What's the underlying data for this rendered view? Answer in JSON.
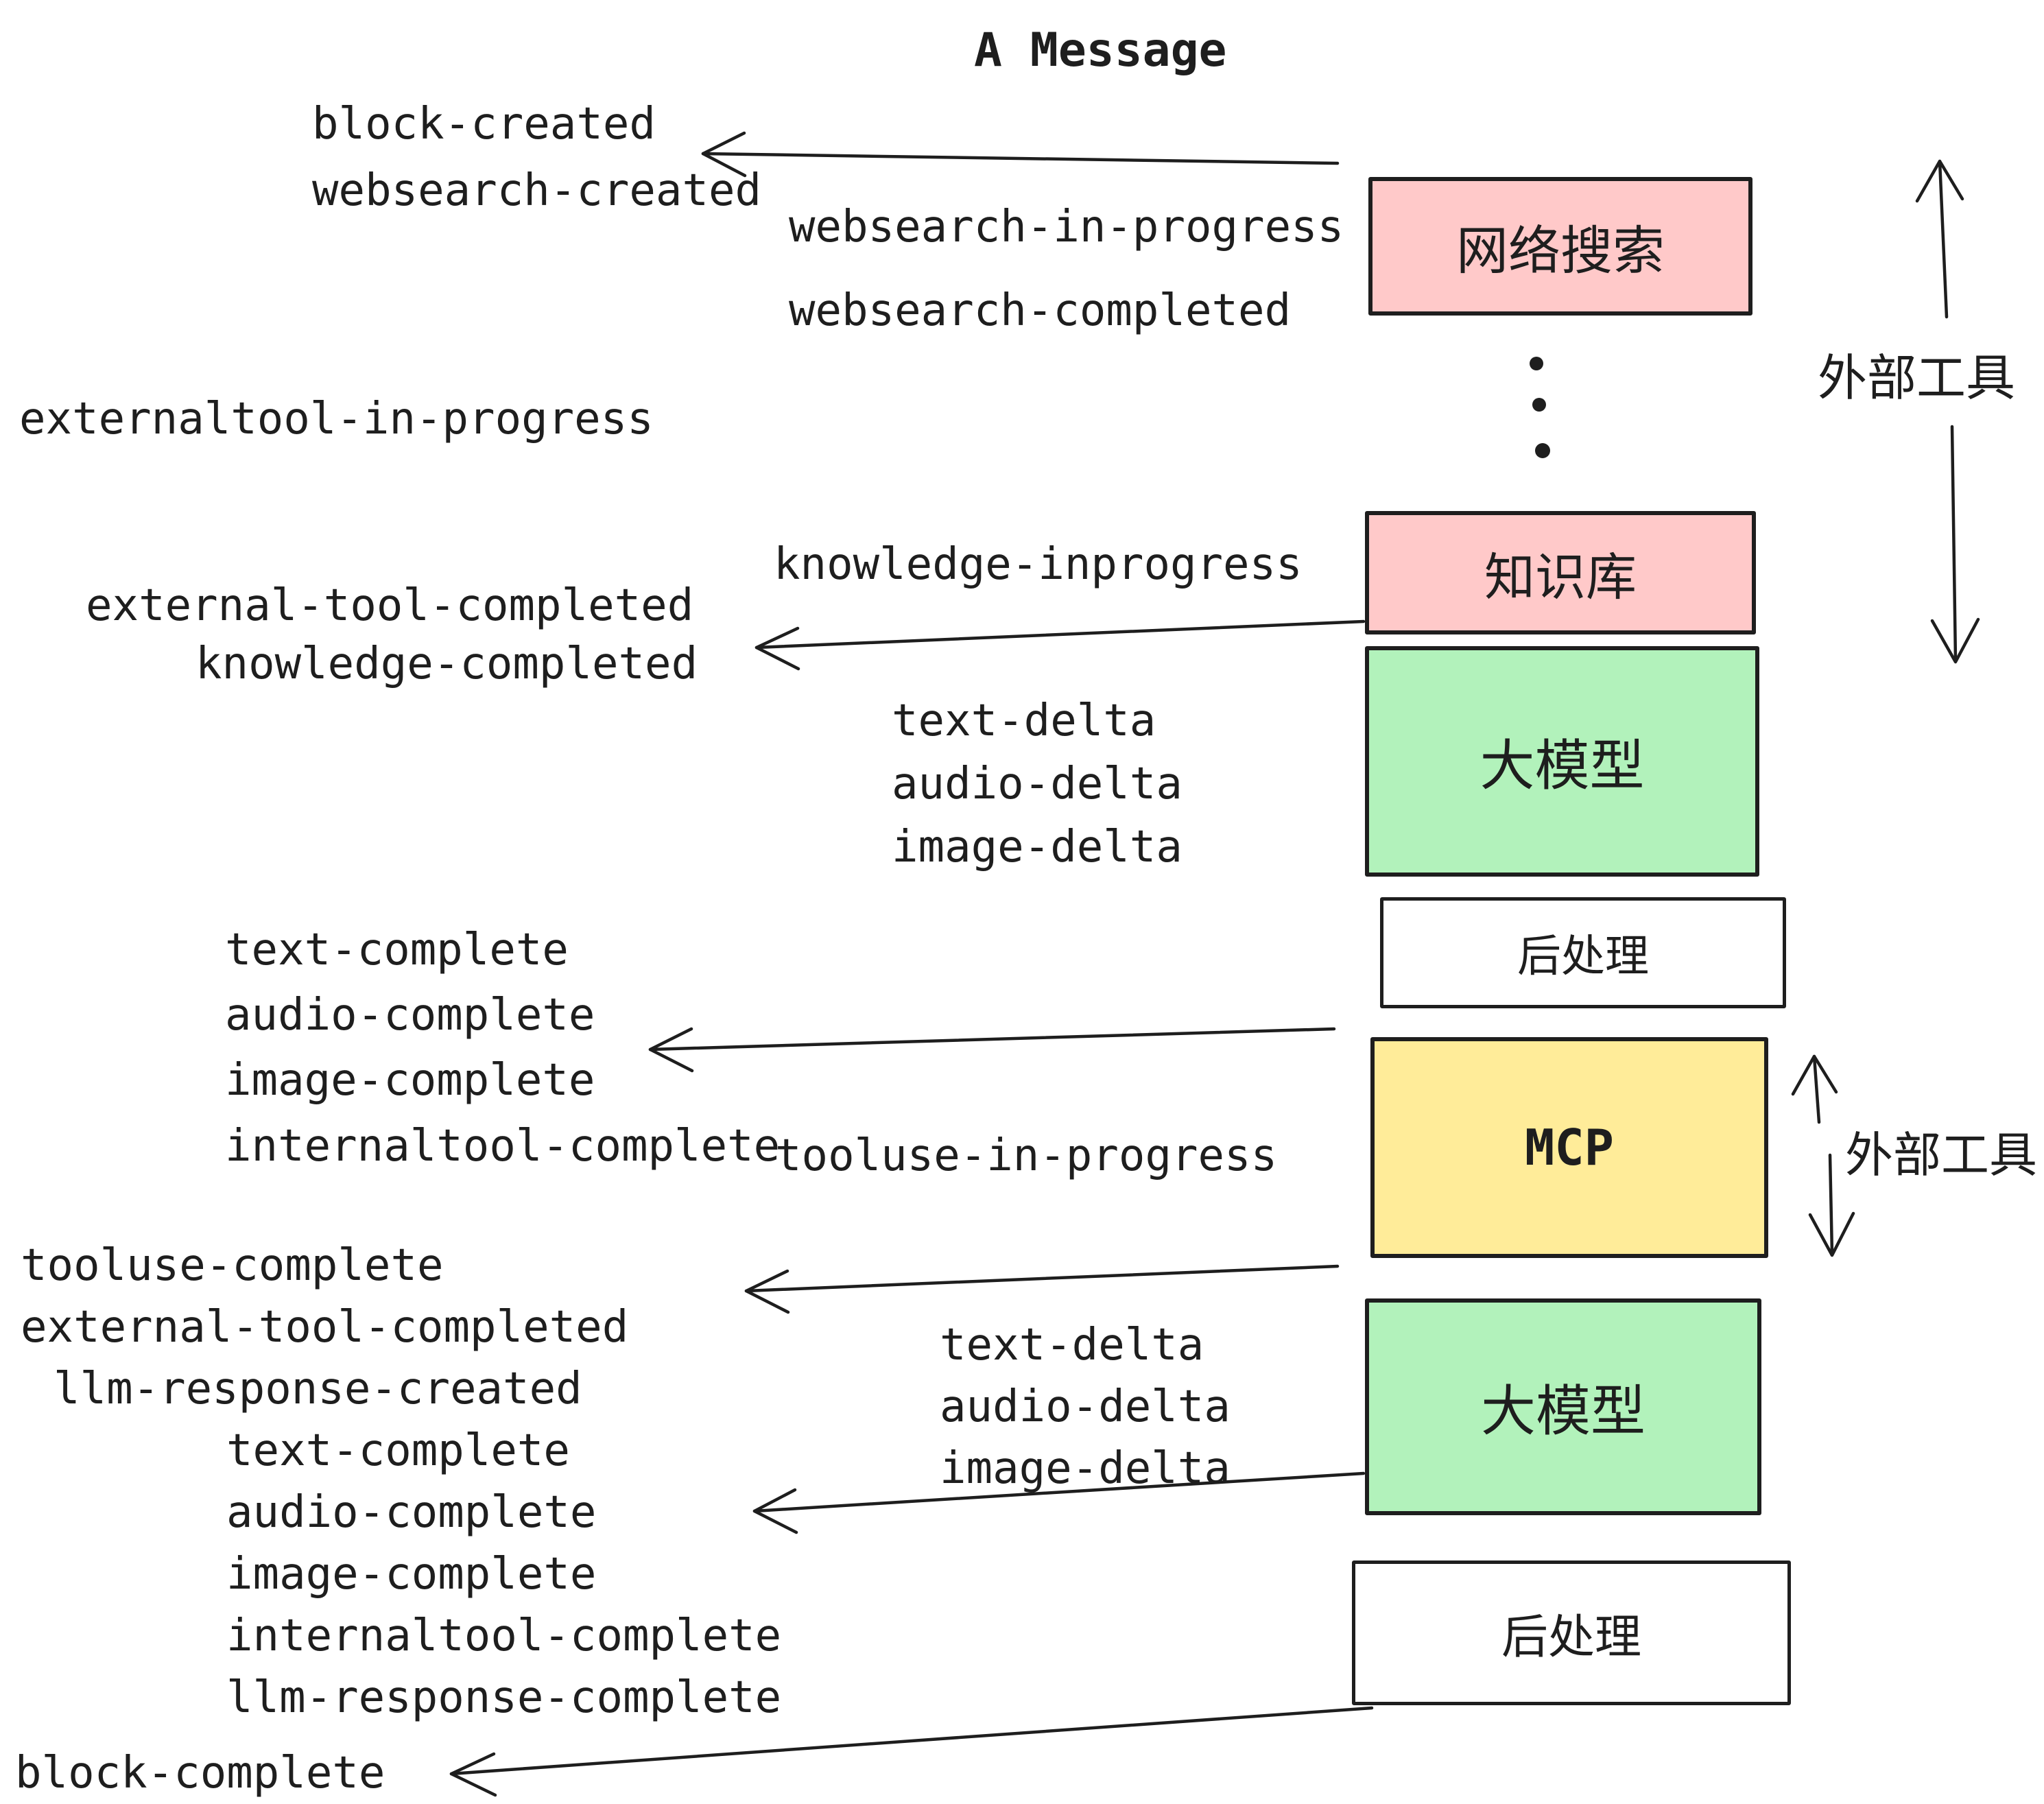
{
  "title": "A Message",
  "colors": {
    "pink_fill": "#ffc9c9",
    "green_fill": "#b2f2bb",
    "yellow_fill": "#ffec99",
    "white_fill": "#ffffff",
    "outline": "#1e1e1e",
    "text": "#1e1e1e"
  },
  "boxes": [
    {
      "id": "websearch",
      "label": "网络搜索",
      "fill": "#ffc9c9"
    },
    {
      "id": "knowledge-base",
      "label": "知识库",
      "fill": "#ffc9c9"
    },
    {
      "id": "llm-1",
      "label": "大模型",
      "fill": "#b2f2bb"
    },
    {
      "id": "post-process-1",
      "label": "后处理",
      "fill": "#ffffff"
    },
    {
      "id": "mcp",
      "label": "MCP",
      "fill": "#ffec99"
    },
    {
      "id": "llm-2",
      "label": "大模型",
      "fill": "#b2f2bb"
    },
    {
      "id": "post-process-2",
      "label": "后处理",
      "fill": "#ffffff"
    }
  ],
  "side_labels": [
    {
      "text": "外部工具"
    },
    {
      "text": "外部工具"
    }
  ],
  "events": [
    "block-created",
    "websearch-created",
    "websearch-in-progress",
    "websearch-completed",
    "externaltool-in-progress",
    "knowledge-inprogress",
    "external-tool-completed",
    "knowledge-completed",
    "text-delta",
    "audio-delta",
    "image-delta",
    "text-complete",
    "audio-complete",
    "image-complete",
    "internaltool-complete",
    "tooluse-in-progress",
    "tooluse-complete",
    "external-tool-completed",
    "llm-response-created",
    "text-complete",
    "audio-complete",
    "image-complete",
    "internaltool-complete",
    "llm-response-complete",
    "block-complete",
    "text-delta",
    "audio-delta",
    "image-delta"
  ],
  "ellipsis_dots": 3
}
